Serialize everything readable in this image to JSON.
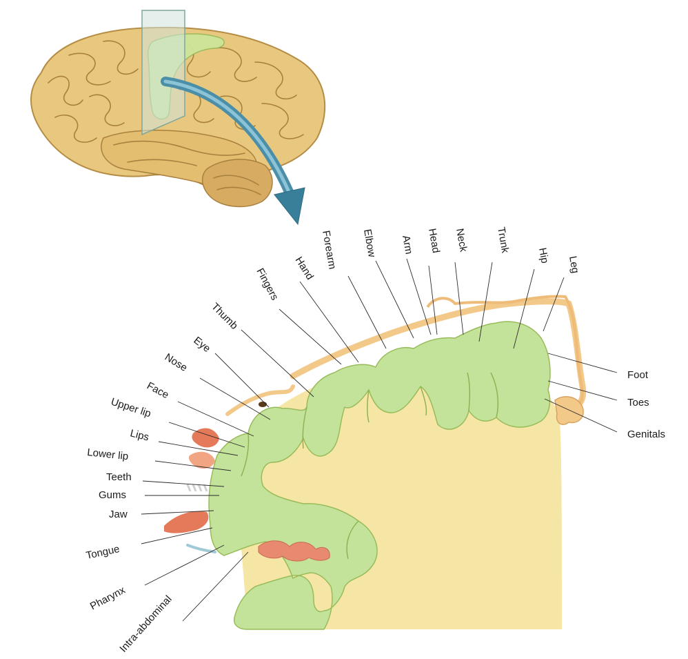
{
  "colors": {
    "background": "#ffffff",
    "brain": "#e8c77e",
    "brain_shadow": "#c9a25a",
    "brain_groove": "#a8803e",
    "motor_strip": "#cde59a",
    "cortex_green": "#c4e39a",
    "white_matter": "#f6e6a6",
    "skull_orange": "#f3c98a",
    "lip_red": "#e47a5a",
    "arrow_blue": "#4a8ea8",
    "plane": "#cfe3dc"
  },
  "labels": {
    "head": "Head",
    "neck": "Neck",
    "trunk": "Trunk",
    "hip": "Hip",
    "leg": "Leg",
    "arm": "Arm",
    "elbow": "Elbow",
    "forearm": "Forearm",
    "hand": "Hand",
    "fingers": "Fingers",
    "thumb": "Thumb",
    "eye": "Eye",
    "nose": "Nose",
    "face": "Face",
    "upper_lip": "Upper lip",
    "lips": "Lips",
    "lower_lip": "Lower lip",
    "teeth": "Teeth",
    "gums": "Gums",
    "jaw": "Jaw",
    "tongue": "Tongue",
    "pharynx": "Pharynx",
    "intra_abdominal": "Intra-abdominal",
    "foot": "Foot",
    "toes": "Toes",
    "genitals": "Genitals"
  }
}
